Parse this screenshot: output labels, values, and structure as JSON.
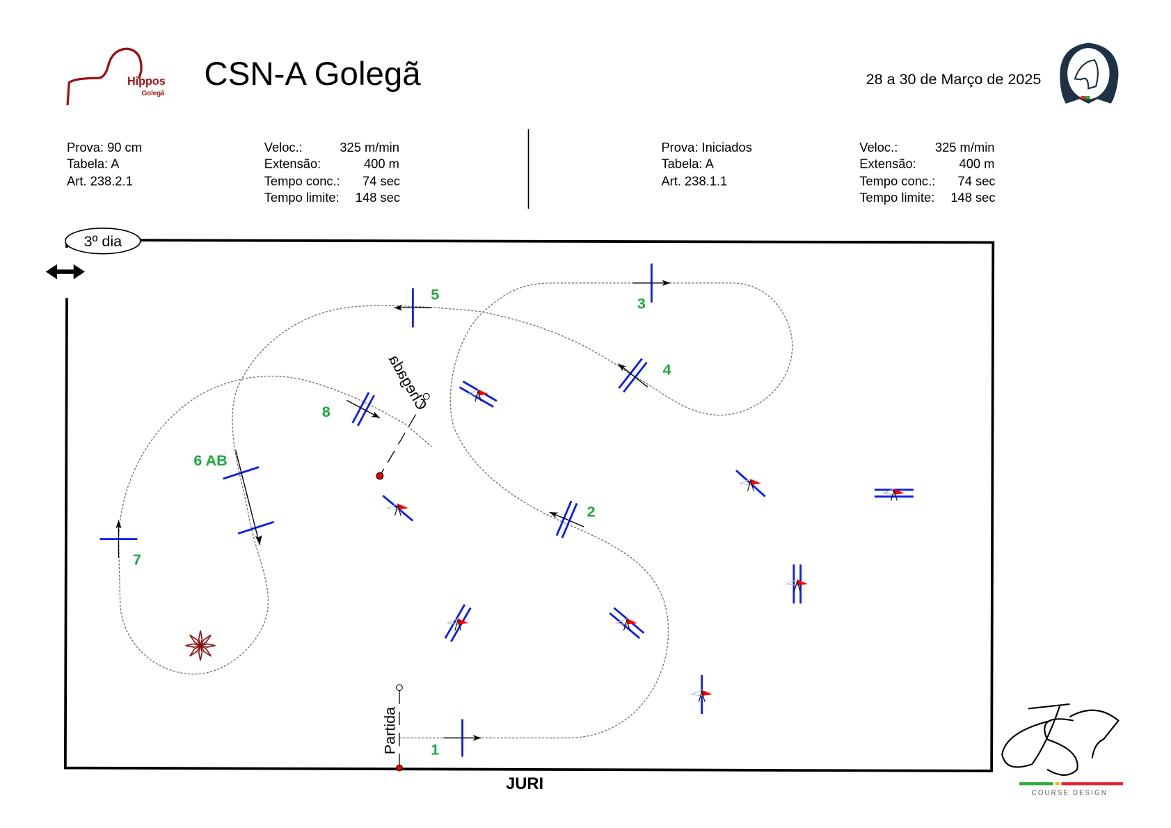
{
  "header": {
    "title": "CSN-A Golegã",
    "dates": "28 a 30 de Março de 2025",
    "logo_left": {
      "name": "Hippos",
      "sub": "Golegã"
    },
    "logo_right": "Federação Equestre Portuguesa",
    "logo_designer": {
      "initials": "JS",
      "sub": "COURSE DESIGN"
    }
  },
  "class_left": {
    "prova": "Prova: 90 cm",
    "tabela": "Tabela: A",
    "art": "Art. 238.2.1",
    "veloc_label": "Veloc.:",
    "veloc": "325 m/min",
    "ext_label": "Extensão:",
    "ext": "400 m",
    "tc_label": "Tempo conc.:",
    "tc": "74 sec",
    "tl_label": "Tempo limite:",
    "tl": "148 sec"
  },
  "class_right": {
    "prova": "Prova: Iniciados",
    "tabela": "Tabela: A",
    "art": "Art. 238.1.1",
    "veloc_label": "Veloc.:",
    "veloc": "325 m/min",
    "ext_label": "Extensão:",
    "ext": "400 m",
    "tc_label": "Tempo conc.:",
    "tc": "74 sec",
    "tl_label": "Tempo limite:",
    "tl": "148 sec"
  },
  "arena": {
    "day_label": "3º dia",
    "start_label": "Partida",
    "finish_label": "Chegada",
    "jury_label": "JURI"
  },
  "colors": {
    "fence": "#0a1cf0",
    "number": "#1aaa3c",
    "flag": "#ff0000",
    "logo": "#9b1010"
  },
  "jumps": [
    {
      "label": "1",
      "type": "vertical"
    },
    {
      "label": "2",
      "type": "oxer"
    },
    {
      "label": "3",
      "type": "vertical"
    },
    {
      "label": "4",
      "type": "oxer"
    },
    {
      "label": "5",
      "type": "vertical"
    },
    {
      "label": "6 AB",
      "type": "combination"
    },
    {
      "label": "7",
      "type": "vertical"
    },
    {
      "label": "8",
      "type": "oxer"
    }
  ]
}
